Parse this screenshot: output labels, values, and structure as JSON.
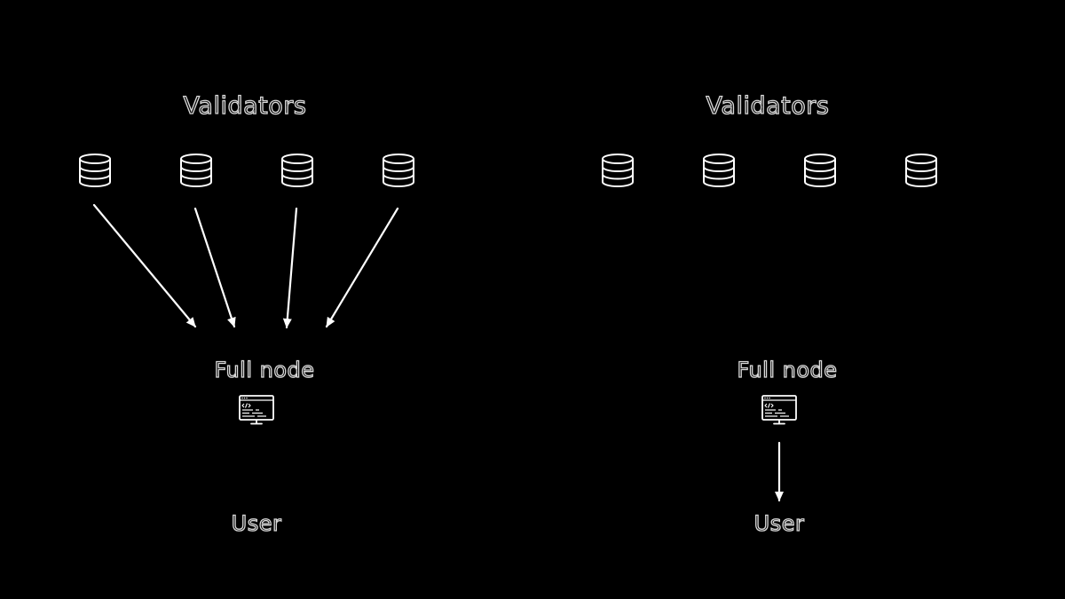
{
  "colors": {
    "background": "#000000",
    "foreground": "#ffffff",
    "label": "#d9d9d9"
  },
  "left": {
    "validators_title": "Validators",
    "full_node_label": "Full node",
    "user_label": "User",
    "validator_icons": [
      "database-icon",
      "database-icon",
      "database-icon",
      "database-icon"
    ],
    "full_node_icon": "code-monitor-icon"
  },
  "right": {
    "validators_title": "Validators",
    "full_node_label": "Full node",
    "user_label": "User",
    "validator_icons": [
      "database-icon",
      "database-icon",
      "database-icon",
      "database-icon"
    ],
    "full_node_icon": "code-monitor-icon"
  }
}
